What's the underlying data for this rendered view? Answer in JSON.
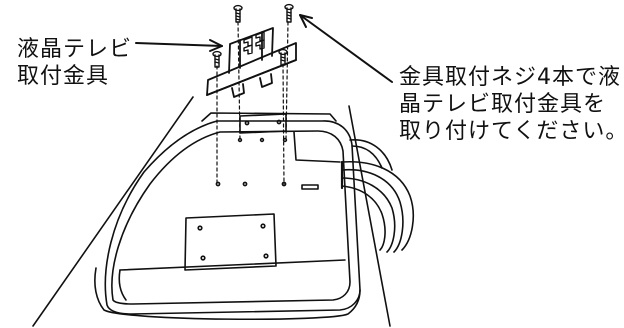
{
  "callouts": {
    "bracket": {
      "lines": [
        "液晶テレビ",
        "取付金具"
      ]
    },
    "instruction": {
      "lines": [
        "金具取付ネジ4本で液",
        "晶テレビ取付金具を",
        "取り付けてください。"
      ]
    }
  },
  "colors": {
    "ink": "#111111",
    "paper": "#ffffff"
  },
  "icons": [
    "screw-icon",
    "arrow-icon",
    "bracket-icon",
    "tv-icon"
  ]
}
